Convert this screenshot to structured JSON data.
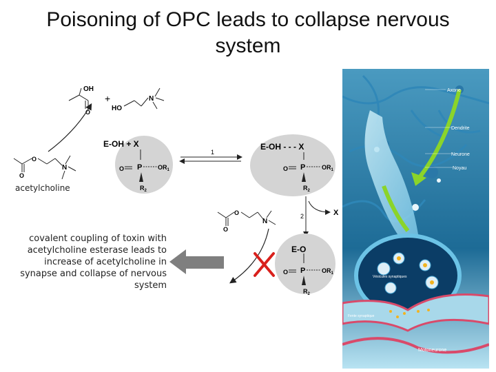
{
  "title": "Poisoning of OPC leads to collapse nervous system",
  "labels": {
    "acetylcholine": "acetylcholine",
    "caption": "covalent coupling of toxin with acetylcholine esterase leads to increase of acetylcholine in synapse and collapse of nervous system"
  },
  "chem": {
    "oh": "OH",
    "ho": "HO",
    "n": "N",
    "o": "O",
    "plus": "+",
    "e_oh_x": "E-OH + X",
    "e_oh_dash_x": "E-OH - - - X",
    "p": "P",
    "or1": "OR",
    "r2": "R",
    "sub1": "1",
    "sub2": "2",
    "step1": "1",
    "step2": "2",
    "x": "X",
    "e_o": "E-O"
  },
  "neuron_panel": {
    "labels": [
      "Axone",
      "Dendrite",
      "Neurone",
      "Noyau",
      "Vésicules synaptiques",
      "Fente synaptique",
      "Motoneurone"
    ]
  },
  "colors": {
    "circle": "#d4d4d4",
    "arrow_gray": "#7f7f7f",
    "cross": "#d9201c",
    "panel_bg": "#1a5f8a"
  }
}
